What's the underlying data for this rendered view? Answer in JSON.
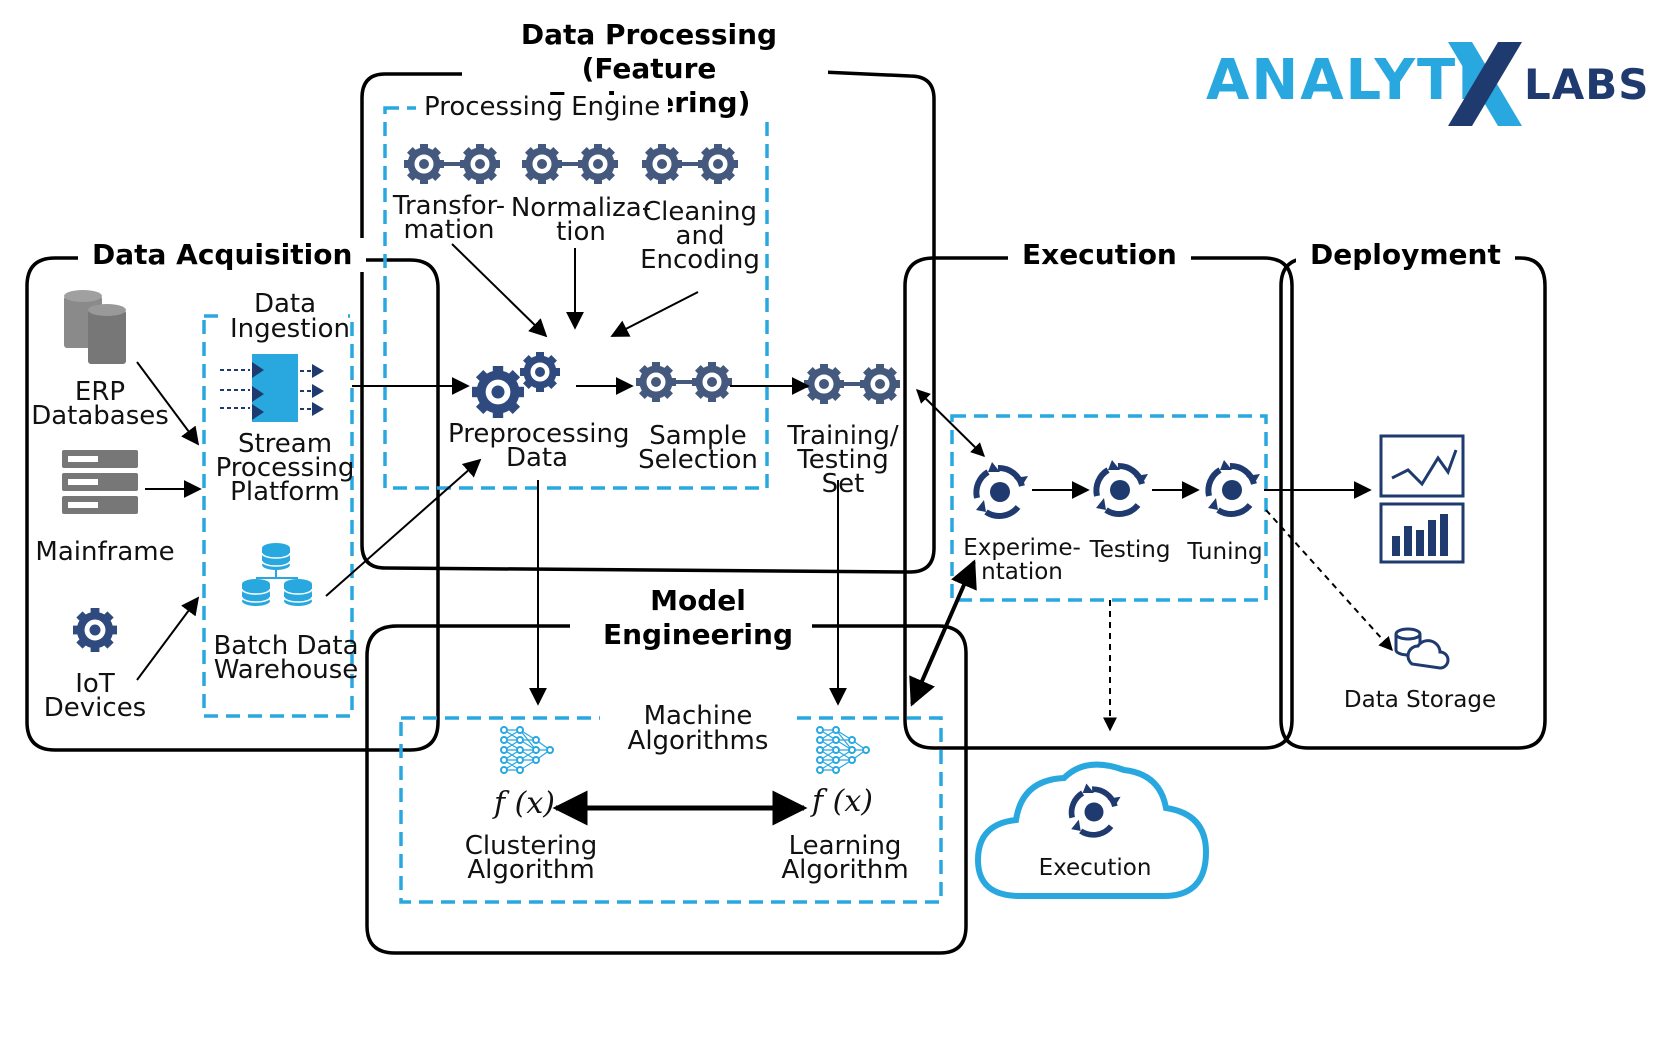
{
  "brand": {
    "part1": "ANALYTI",
    "part2": "LABS",
    "colors": {
      "blue": "#29a8e0",
      "navy": "#1e3a6e"
    }
  },
  "sections": {
    "data_processing": "Data Processing\n(Feature Engineering)",
    "data_acquisition": "Data Acquisition",
    "execution": "Execution",
    "deployment": "Deployment",
    "model_engineering": "Model\nEngineering"
  },
  "subsections": {
    "processing_engine": "Processing Engine",
    "data_ingestion": "Data\nIngestion",
    "machine_algorithms": "Machine\nAlgorithms"
  },
  "sources": {
    "erp": "ERP\nDatabases",
    "mainframe": "Mainframe",
    "iot": "IoT\nDevices"
  },
  "ingestion": {
    "stream": "Stream\nProcessing\nPlatform",
    "batch": "Batch Data\nWarehouse"
  },
  "processing": {
    "transformation": "Transfor-\nmation",
    "normalization": "Normaliza-\ntion",
    "cleaning": "Cleaning\nand\nEncoding",
    "preprocessing": "Preprocessing\nData",
    "sample": "Sample\nSelection",
    "training": "Training/\nTesting Set"
  },
  "execution_steps": {
    "experimentation": "Experime-\nntation",
    "testing": "Testing",
    "tuning": "Tuning"
  },
  "deployment_items": {
    "storage": "Data Storage"
  },
  "cloud": {
    "label": "Execution"
  },
  "algorithms": {
    "clustering": "Clustering\nAlgorithm",
    "learning": "Learning\nAlgorithm",
    "fx_left": "f (x)",
    "fx_right": "f (x)"
  },
  "colors": {
    "dashed": "#29a8e0",
    "icon": "#2e4a7e",
    "gear_light": "#44597d"
  }
}
